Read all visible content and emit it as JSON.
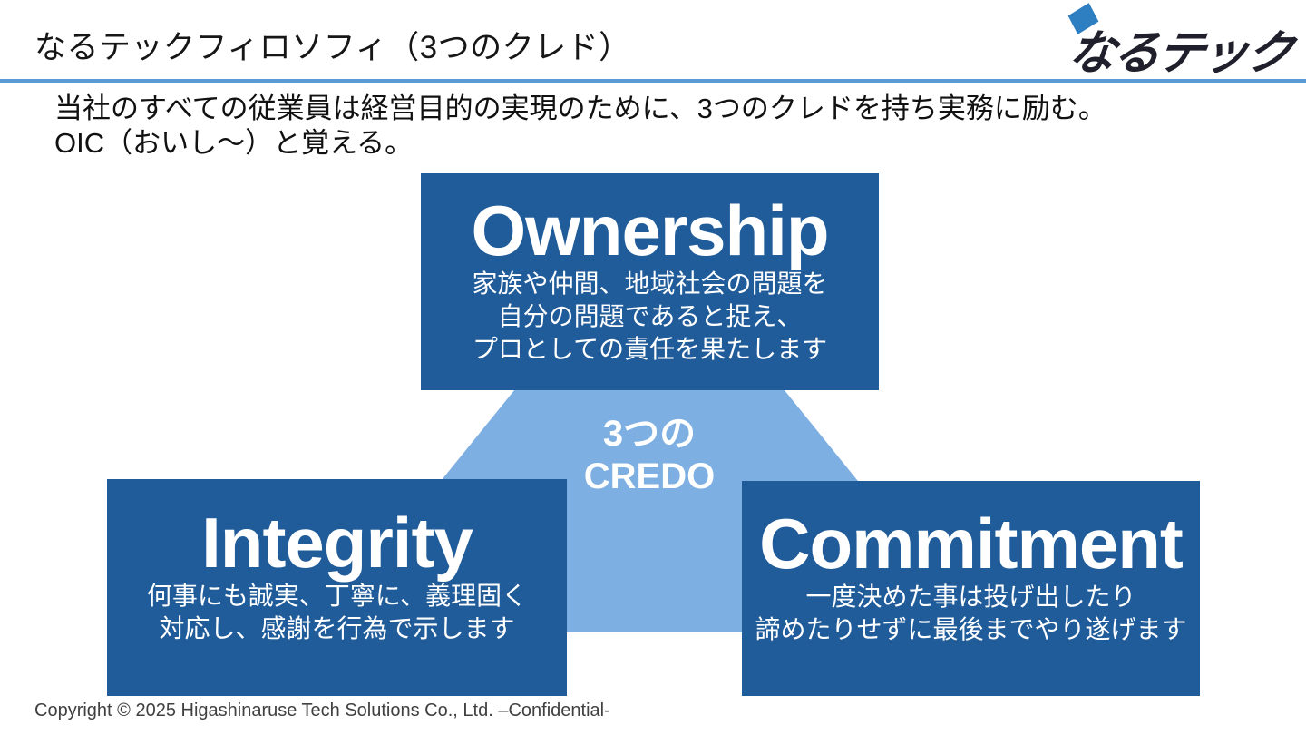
{
  "page": {
    "title": "なるテックフィロソフィ（3つのクレド）",
    "footer": "Copyright © 2025 Higashinaruse Tech Solutions Co., Ltd. –Confidential-"
  },
  "logo": {
    "text": "なるテック",
    "diamond_icon": "blue-diamond-sparkle"
  },
  "intro": {
    "line1": "当社のすべての従業員は経営目的の実現のために、3つのクレドを持ち実務に励む。",
    "line2": "OIC（おいし～）と覚える。"
  },
  "center_label": {
    "line1": "3つの",
    "line2": "CREDO"
  },
  "credos": {
    "ownership": {
      "title": "Ownership",
      "desc_lines": [
        "家族や仲間、地域社会の問題を",
        "自分の問題であると捉え、",
        "プロとしての責任を果たします"
      ]
    },
    "integrity": {
      "title": "Integrity",
      "desc_lines": [
        "何事にも誠実、丁寧に、義理固く",
        "対応し、感謝を行為で示します"
      ]
    },
    "commitment": {
      "title": "Commitment",
      "desc_lines": [
        "一度決めた事は投げ出したり",
        "諦めたりせずに最後までやり遂げます"
      ]
    }
  },
  "colors": {
    "credo_box_blue": "#205c9a",
    "triangle_light_blue": "#7dafe2",
    "header_rule_blue": "#5b9bd5",
    "logo_diamond_blue": "#2e7ec2",
    "footer_gray": "#404040"
  }
}
